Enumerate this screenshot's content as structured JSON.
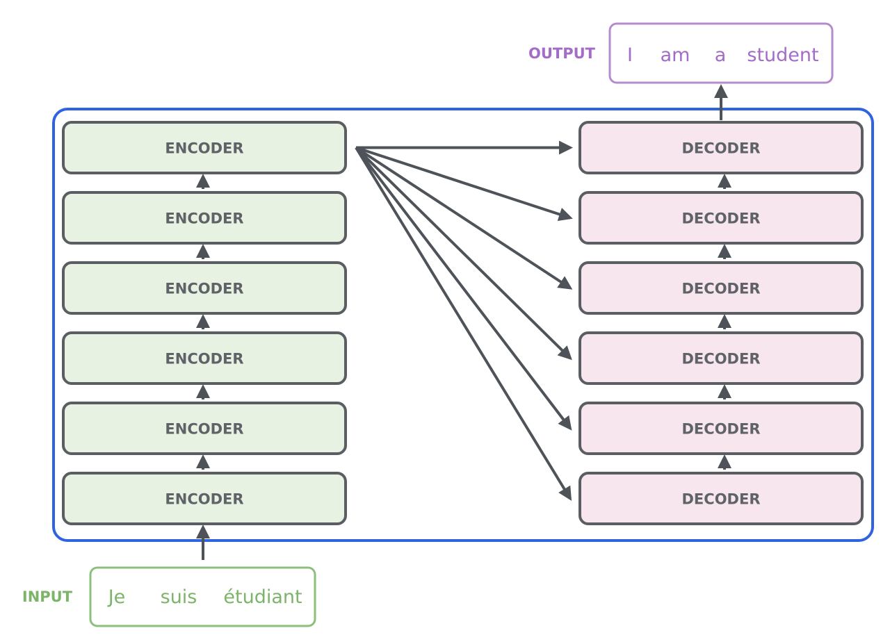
{
  "input": {
    "label": "INPUT",
    "words": [
      "Je",
      "suis",
      "étudiant"
    ]
  },
  "output": {
    "label": "OUTPUT",
    "words": [
      "I",
      "am",
      "a",
      "student"
    ]
  },
  "encoders": [
    {
      "label": "ENCODER"
    },
    {
      "label": "ENCODER"
    },
    {
      "label": "ENCODER"
    },
    {
      "label": "ENCODER"
    },
    {
      "label": "ENCODER"
    },
    {
      "label": "ENCODER"
    }
  ],
  "decoders": [
    {
      "label": "DECODER"
    },
    {
      "label": "DECODER"
    },
    {
      "label": "DECODER"
    },
    {
      "label": "DECODER"
    },
    {
      "label": "DECODER"
    },
    {
      "label": "DECODER"
    }
  ],
  "colors": {
    "container_border": "#2f63e0",
    "encoder_fill": "#e8f2e2",
    "decoder_fill": "#f8e6ef",
    "box_border": "#5a5d62",
    "arrow": "#4e5359",
    "input_accent": "#8dbf7c",
    "input_text": "#7cb56a",
    "output_accent": "#b58bd0",
    "output_text": "#a26cc8"
  }
}
